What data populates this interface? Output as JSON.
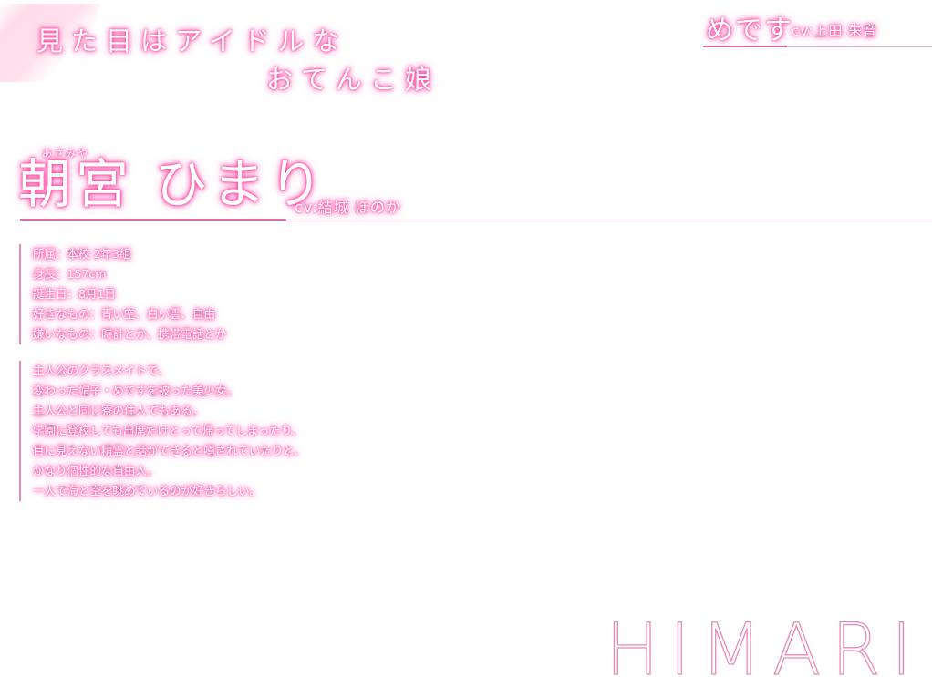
{
  "header": {
    "tagline_line1": "見た目はアイドルな",
    "tagline_line2": "おてんこ娘"
  },
  "top_right": {
    "item_label": "めです",
    "cv_label": "cv:上田 朱音"
  },
  "character": {
    "ruby": "あさみや",
    "name": "朝宮 ひまり",
    "cv_label": "cv:結城 ほのか",
    "roman_name": "HIMARI"
  },
  "profile": [
    "所属：本校 2年3組",
    "身長：157cm",
    "誕生日：8月1日",
    "好きなもの：青い空、白い雲、自由",
    "嫌いなもの：時計とか、携帯電話とか"
  ],
  "description": [
    "主人公のクラスメイトで、",
    "変わった帽子・めですを被った美少女。",
    "主人公と同じ寮の住人でもある。",
    "学園に登校しても出席だけとって帰ってしまったり、",
    "目に見えない精霊と話ができると噂されていたりと、",
    "かなり個性的な自由人。",
    "一人で海と空を眺めているのが好きらしい。"
  ],
  "colors": {
    "accent": "#e46aa6",
    "glow": "#ff3fa0",
    "line_light": "#ee9cc4",
    "stripe": "#ffc4dc"
  }
}
